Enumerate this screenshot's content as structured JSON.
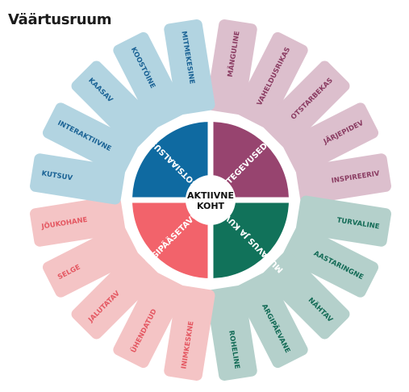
{
  "title": "Väärtusruum",
  "center": {
    "line1": "AKTIIVNE",
    "line2": "KOHT"
  },
  "quadrants": [
    {
      "label": "TEGEVUSED",
      "color": "#97446f"
    },
    {
      "label": "MUGAVUS JA KUVAND",
      "color": "#11725a"
    },
    {
      "label": "LIGIPÄÄSETAVUS",
      "color": "#f2636b"
    },
    {
      "label": "SOTSIAALSUS",
      "color": "#0f6aa1"
    }
  ],
  "petal_groups": [
    {
      "fill": "#dcbfcd",
      "text": "#8a3c62",
      "labels": [
        "MÄNGULINE",
        "VAHELDUSRIKAS",
        "OTSTARBEKAS",
        "JÄRJEPIDEV",
        "INSPIREERIV"
      ]
    },
    {
      "fill": "#b4d0cb",
      "text": "#136b56",
      "labels": [
        "TURVALINE",
        "AASTARINGNE",
        "NÄHTAV",
        "ARGIPÄEVANE",
        "ROHELINE"
      ]
    },
    {
      "fill": "#f4c4c5",
      "text": "#e45862",
      "labels": [
        "INIMKESKNE",
        "ÜHENDATUD",
        "JALUTATAV",
        "SELGE",
        "JÕUKOHANE"
      ]
    },
    {
      "fill": "#b2d4e1",
      "text": "#1b6395",
      "labels": [
        "KUTSUV",
        "INTERAKTIIVNE",
        "KAASAV",
        "KOOSTÖINE",
        "MITMEKESINE"
      ]
    }
  ]
}
